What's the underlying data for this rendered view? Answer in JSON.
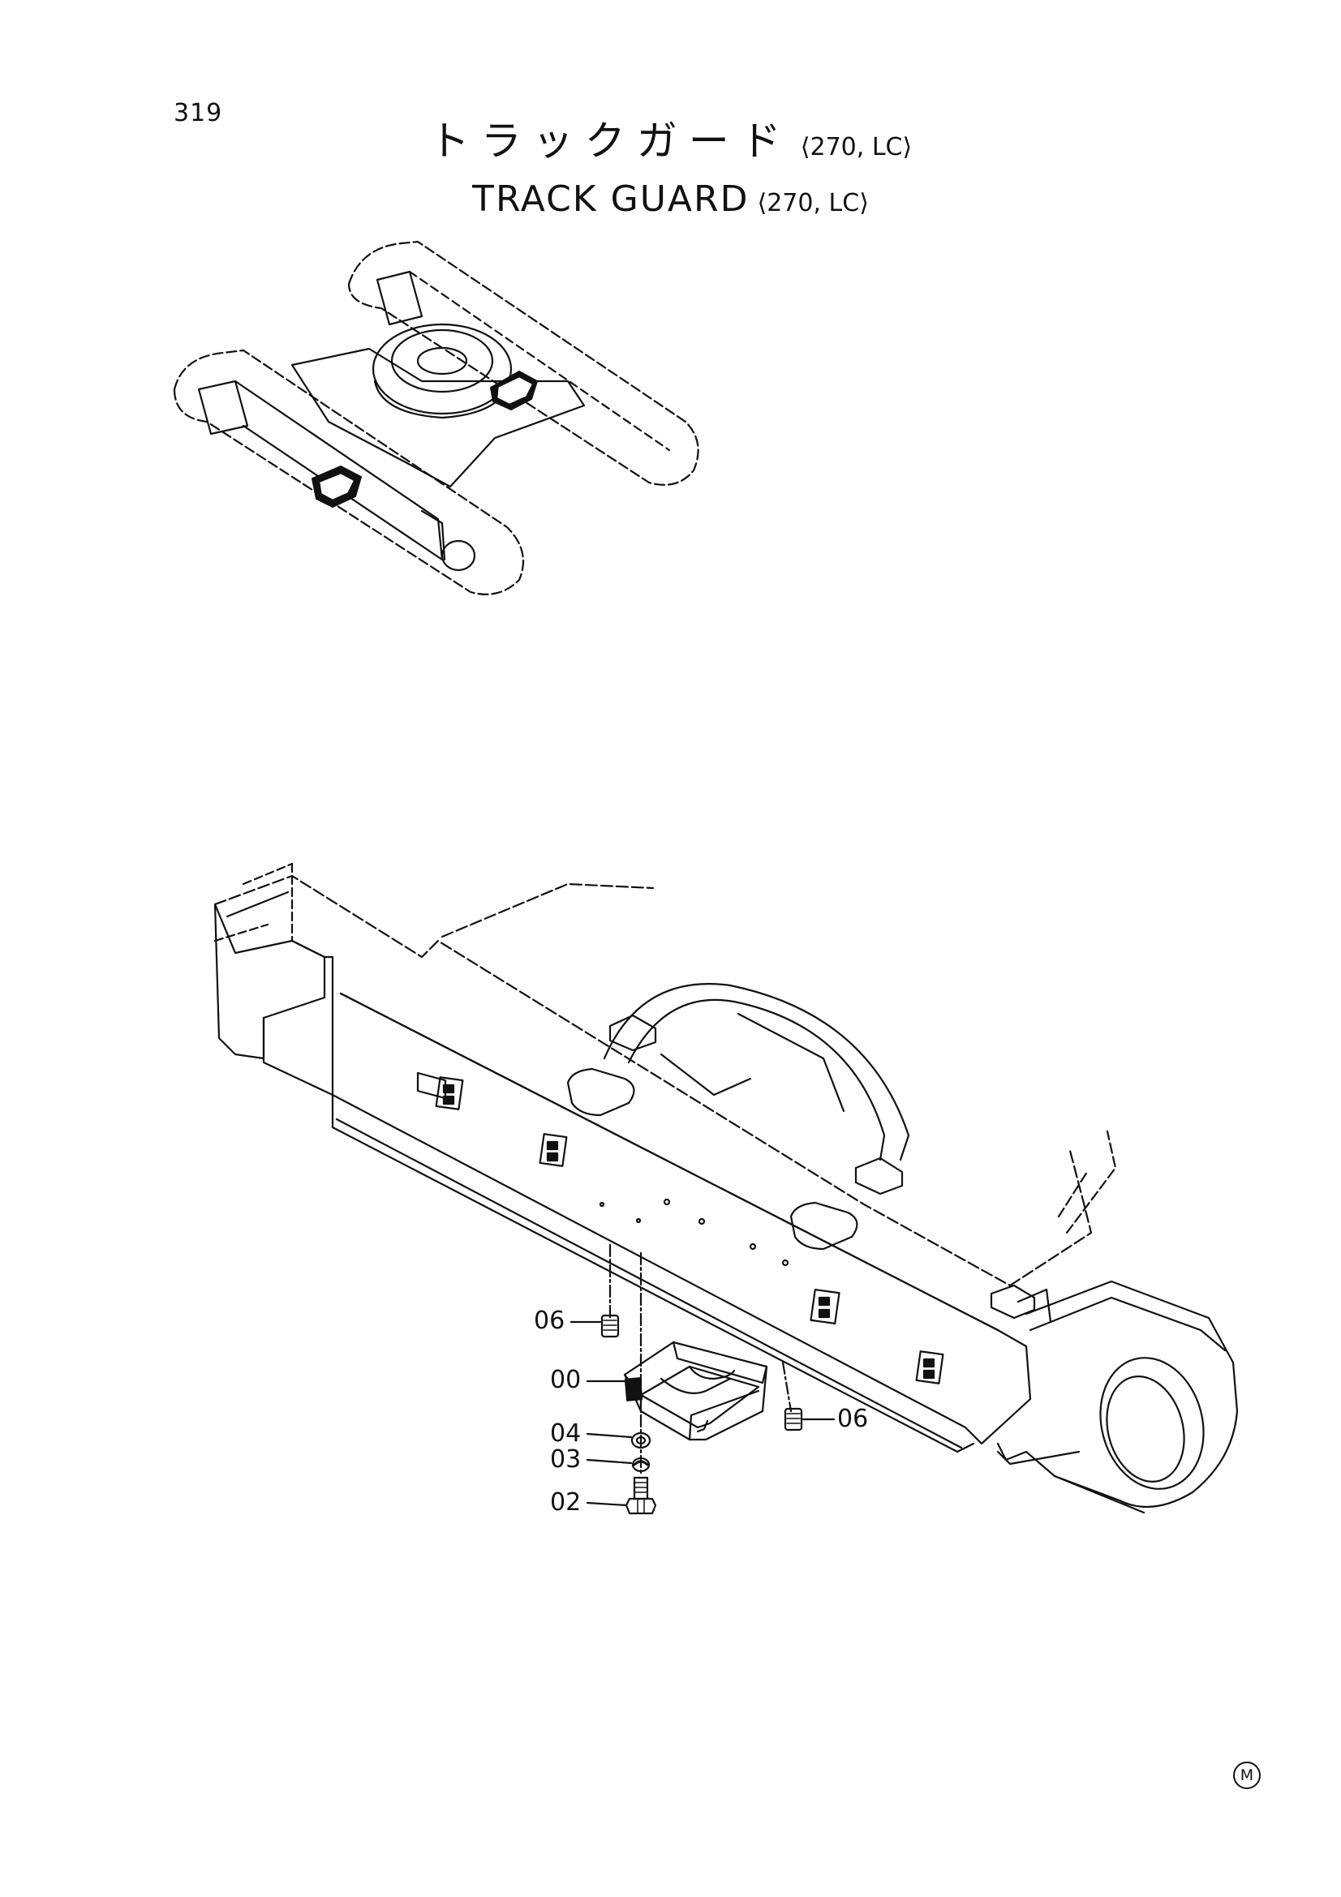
{
  "page": {
    "number": "319"
  },
  "title": {
    "japanese": "トラックガード",
    "english": "TRACK GUARD",
    "variant": "⟨270, LC⟩"
  },
  "callouts": [
    {
      "label": "06",
      "ref": "track-guard-plug-upper"
    },
    {
      "label": "00",
      "ref": "track-guard-assembly"
    },
    {
      "label": "04",
      "ref": "washer"
    },
    {
      "label": "03",
      "ref": "spring-washer"
    },
    {
      "label": "02",
      "ref": "bolt"
    },
    {
      "label": "06",
      "ref": "track-guard-plug-right"
    }
  ],
  "footer": {
    "mark": "M"
  }
}
